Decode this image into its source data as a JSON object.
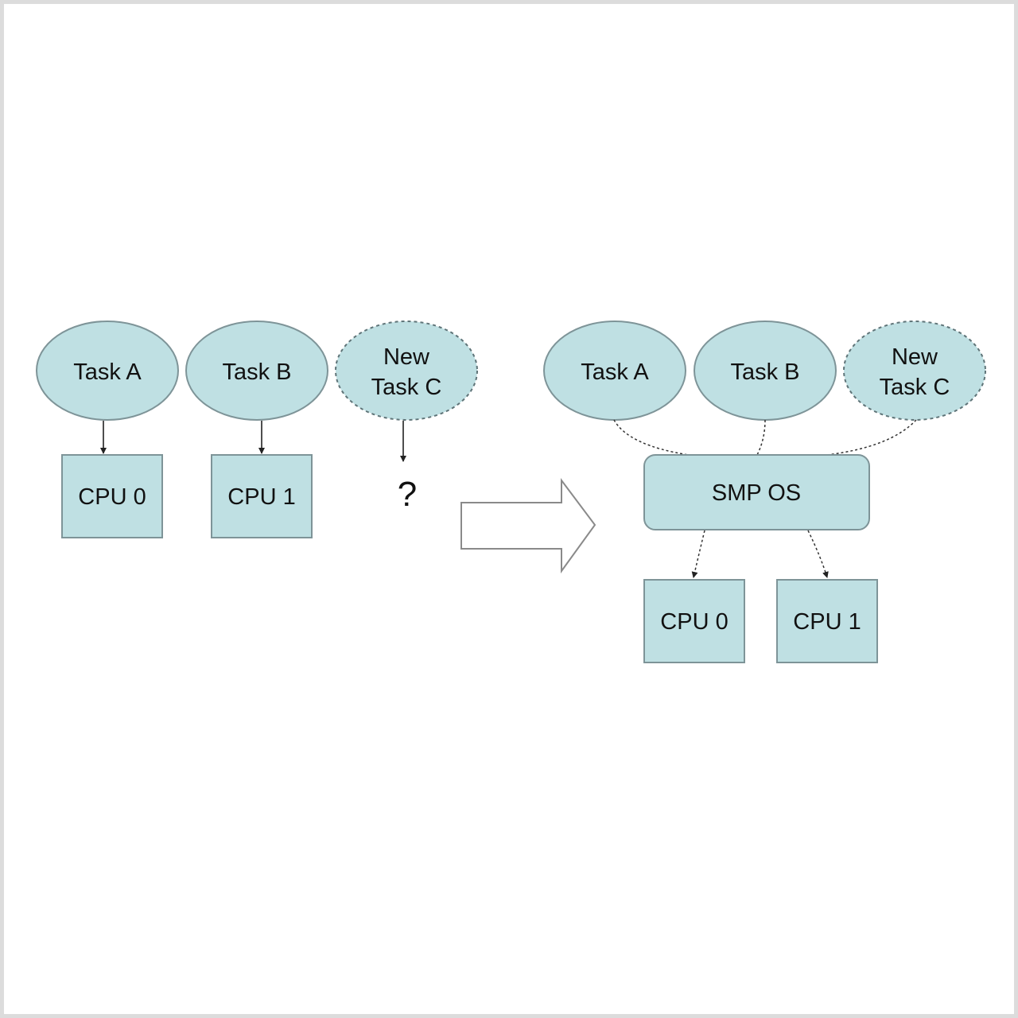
{
  "diagram": {
    "colors": {
      "fill": "#bfe0e3",
      "stroke": "#7e9498",
      "edge": "#222222",
      "frame": "#dcdcdc"
    },
    "left": {
      "task_a": "Task A",
      "task_b": "Task B",
      "task_c_line1": "New",
      "task_c_line2": "Task C",
      "cpu0": "CPU 0",
      "cpu1": "CPU 1",
      "unknown": "?"
    },
    "right": {
      "task_a": "Task A",
      "task_b": "Task B",
      "task_c_line1": "New",
      "task_c_line2": "Task C",
      "os": "SMP OS",
      "cpu0": "CPU 0",
      "cpu1": "CPU 1"
    }
  }
}
